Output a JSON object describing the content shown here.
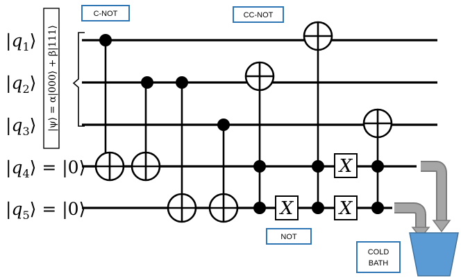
{
  "qubits": [
    {
      "name": "q",
      "sub": "1",
      "suffix": "⟩"
    },
    {
      "name": "q",
      "sub": "2",
      "suffix": "⟩"
    },
    {
      "name": "q",
      "sub": "3",
      "suffix": "⟩"
    },
    {
      "name": "q",
      "sub": "4",
      "suffix": "⟩ = |0⟩"
    },
    {
      "name": "q",
      "sub": "5",
      "suffix": "⟩ = |0⟩"
    }
  ],
  "state_label": "|ψ⟩ = α|000⟩ + β|111⟩",
  "callouts": {
    "cnot": "C-NOT",
    "ccnot": "CC-NOT",
    "not": "NOT",
    "cold_bath_line1": "COLD",
    "cold_bath_line2": "BATH"
  },
  "gate_symbol": "X",
  "colors": {
    "callout_border": "#2e75b6",
    "bath_fill": "#5b9bd5",
    "pipe": "#a6a6a6"
  }
}
